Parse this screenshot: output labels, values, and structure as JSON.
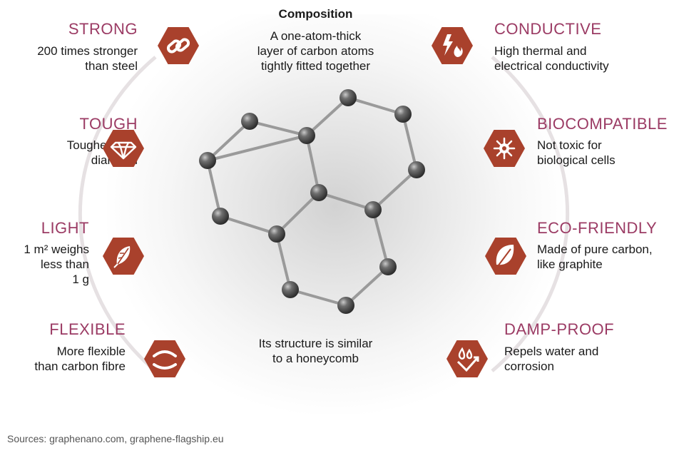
{
  "composition": {
    "title": "Composition",
    "description": "A one-atom-thick\nlayer of carbon atoms\ntightly fitted together"
  },
  "structure_note": "Its structure is similar\nto a honeycomb",
  "properties_left": [
    {
      "title": "STRONG",
      "description": "200 times stronger\nthan steel",
      "icon": "link-icon"
    },
    {
      "title": "TOUGH",
      "description": "Tougher than\ndiamond",
      "icon": "diamond-icon"
    },
    {
      "title": "LIGHT",
      "description": "1 m² weighs\nless than\n1 g",
      "icon": "feather-icon"
    },
    {
      "title": "FLEXIBLE",
      "description": "More flexible\nthan carbon fibre",
      "icon": "bend-icon"
    }
  ],
  "properties_right": [
    {
      "title": "CONDUCTIVE",
      "description": "High thermal and\nelectrical conductivity",
      "icon": "lightning-flame-icon"
    },
    {
      "title": "BIOCOMPATIBLE",
      "description": "Not toxic for\nbiological cells",
      "icon": "cell-icon"
    },
    {
      "title": "ECO-FRIENDLY",
      "description": "Made of pure carbon,\nlike graphite",
      "icon": "leaf-icon"
    },
    {
      "title": "DAMP-PROOF",
      "description": "Repels water and\ncorrosion",
      "icon": "droplets-icon"
    }
  ],
  "sources": "Sources: graphenano.com, graphene-flagship.eu",
  "colors": {
    "accent_title": "#9b3b64",
    "icon_bg": "#a9412c"
  }
}
